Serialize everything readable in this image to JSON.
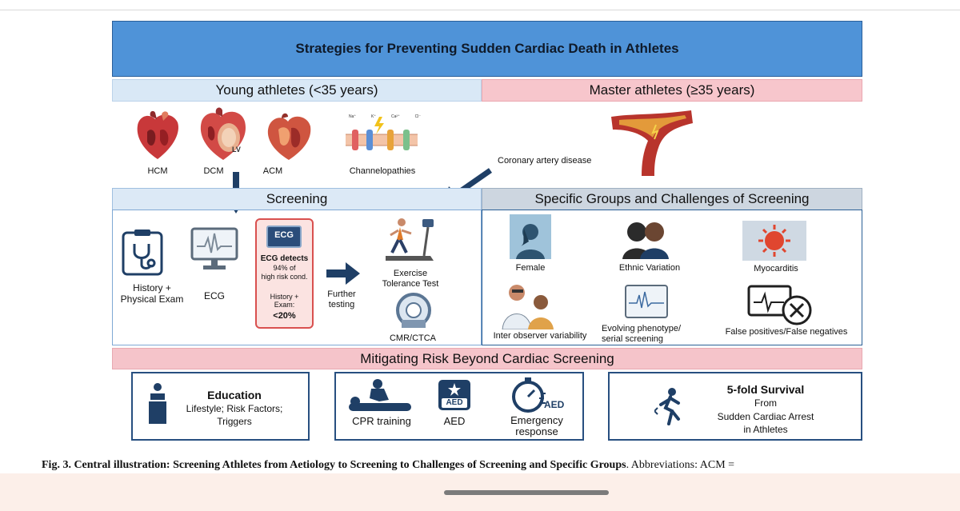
{
  "title": "Strategies for Preventing Sudden Cardiac Death in Athletes",
  "young_header": "Young athletes (<35 years)",
  "master_header": "Master athletes (≥35 years)",
  "aetiology": [
    {
      "label": "HCM",
      "icon": "heart-hcm-icon"
    },
    {
      "label": "DCM",
      "icon": "heart-dcm-icon"
    },
    {
      "label": "ACM",
      "icon": "heart-acm-icon"
    },
    {
      "label": "Channelopathies",
      "icon": "ion-channel-icon"
    }
  ],
  "dcm_lv": "LV",
  "channel_ions": [
    "Na⁺",
    "K⁺",
    "Ca²⁺",
    "Cl⁻"
  ],
  "coronary_label": "Coronary artery disease",
  "screening_header": "Screening",
  "groups_header": "Specific Groups and Challenges of Screening",
  "screening": {
    "history_label": "History +\nPhysical Exam",
    "ecg_label": "ECG",
    "ecg_card_title": "ECG",
    "ecg_card_detects": "ECG detects",
    "ecg_card_pct": "94% of",
    "ecg_card_highrisk": "high risk cond.",
    "ecg_card_history": "History +\nExam:",
    "ecg_card_pct2": "<20%",
    "further_label": "Further\ntesting",
    "exercise_label": "Exercise\nTolerance Test",
    "cmr_label": "CMR/CTCA"
  },
  "groups": {
    "female": "Female",
    "ethnic": "Ethnic Variation",
    "myocarditis": "Myocarditis",
    "inter_observer": "Inter observer variability",
    "evolving": "Evolving phenotype/\nserial screening",
    "false_pos": "False positives/False negatives"
  },
  "mitigating_header": "Mitigating Risk Beyond Cardiac Screening",
  "education": {
    "title": "Education",
    "line1": "Lifestyle; Risk Factors;",
    "line2": "Triggers"
  },
  "cpr": {
    "cpr": "CPR training",
    "aed": "AED",
    "aed_badge": "AED",
    "emergency": "Emergency\nresponse",
    "emergency_badge": "AED"
  },
  "survival": {
    "title": "5-fold Survival",
    "line1": "From",
    "line2": "Sudden Cardiac Arrest",
    "line3": "in Athletes"
  },
  "caption_bold": "Fig. 3. Central illustration: Screening Athletes from Aetiology to Screening to Challenges of Screening and Specific Groups",
  "caption_rest": ". Abbreviations: ACM ="
}
